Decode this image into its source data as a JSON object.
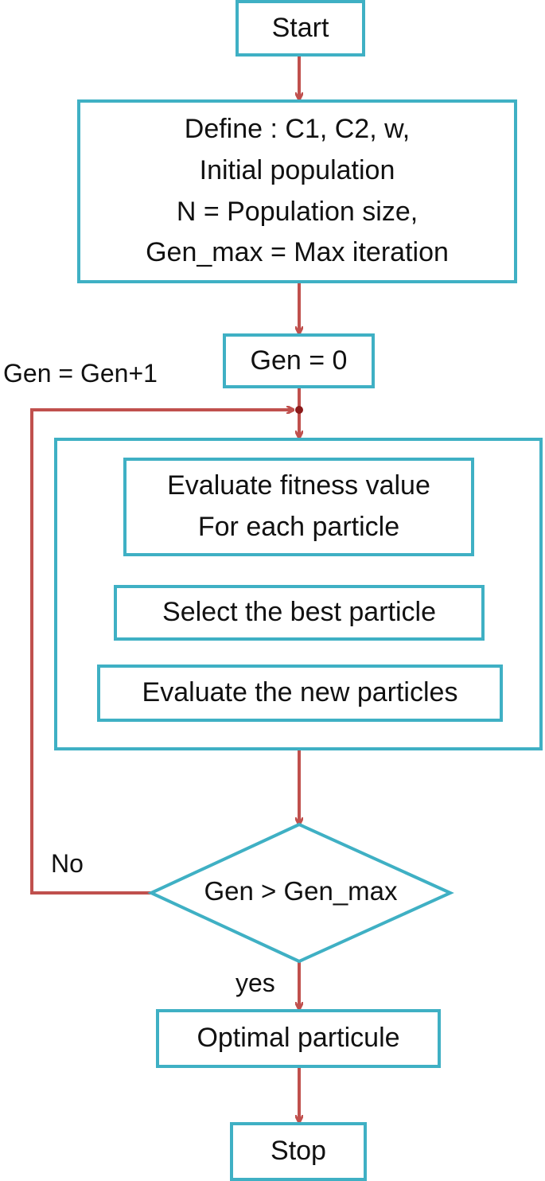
{
  "nodes": {
    "start": "Start",
    "define": [
      "Define : C1, C2, w,",
      "Initial population",
      "N = Population size,",
      "Gen_max = Max iteration"
    ],
    "gen_init": "Gen = 0",
    "evaluate_fitness": [
      "Evaluate fitness value",
      "For each particle"
    ],
    "select_best": "Select the best particle",
    "evaluate_new": "Evaluate the new particles",
    "decision": "Gen > Gen_max",
    "optimal": "Optimal particule",
    "stop": "Stop"
  },
  "edge_labels": {
    "increment": "Gen = Gen+1",
    "no": "No",
    "yes": "yes"
  },
  "colors": {
    "box_border": "#3fb0c4",
    "arrow": "#c0504d",
    "text": "#111111"
  }
}
